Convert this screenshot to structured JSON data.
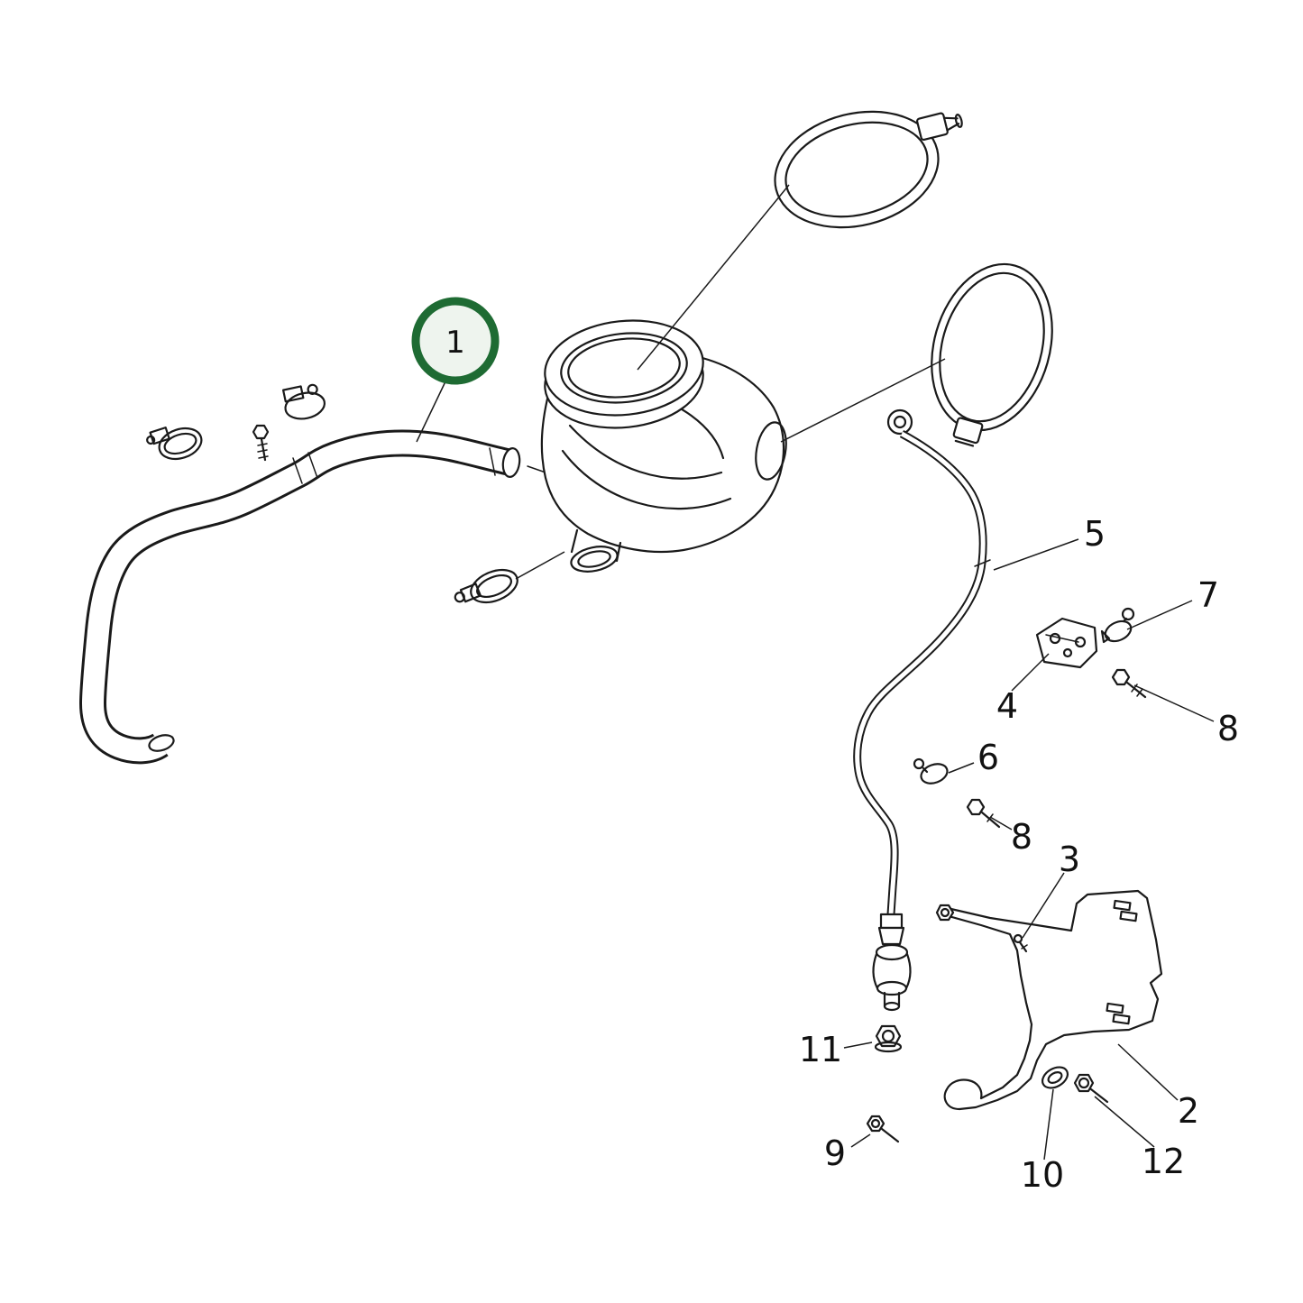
{
  "diagram": {
    "type": "exploded-parts-diagram",
    "background_color": "#ffffff",
    "line_color": "#1a1a1a",
    "text_color": "#111111",
    "highlight": {
      "ring_color": "#1e6b33",
      "fill_color": "#eef4ee",
      "callout": "1"
    },
    "callouts": [
      {
        "label": "1",
        "highlighted": true
      },
      {
        "label": "2",
        "highlighted": false
      },
      {
        "label": "3",
        "highlighted": false
      },
      {
        "label": "4",
        "highlighted": false
      },
      {
        "label": "5",
        "highlighted": false
      },
      {
        "label": "6",
        "highlighted": false
      },
      {
        "label": "7",
        "highlighted": false
      },
      {
        "label": "8",
        "highlighted": false
      },
      {
        "label": "8",
        "highlighted": false
      },
      {
        "label": "9",
        "highlighted": false
      },
      {
        "label": "10",
        "highlighted": false
      },
      {
        "label": "11",
        "highlighted": false
      },
      {
        "label": "12",
        "highlighted": false
      }
    ]
  }
}
